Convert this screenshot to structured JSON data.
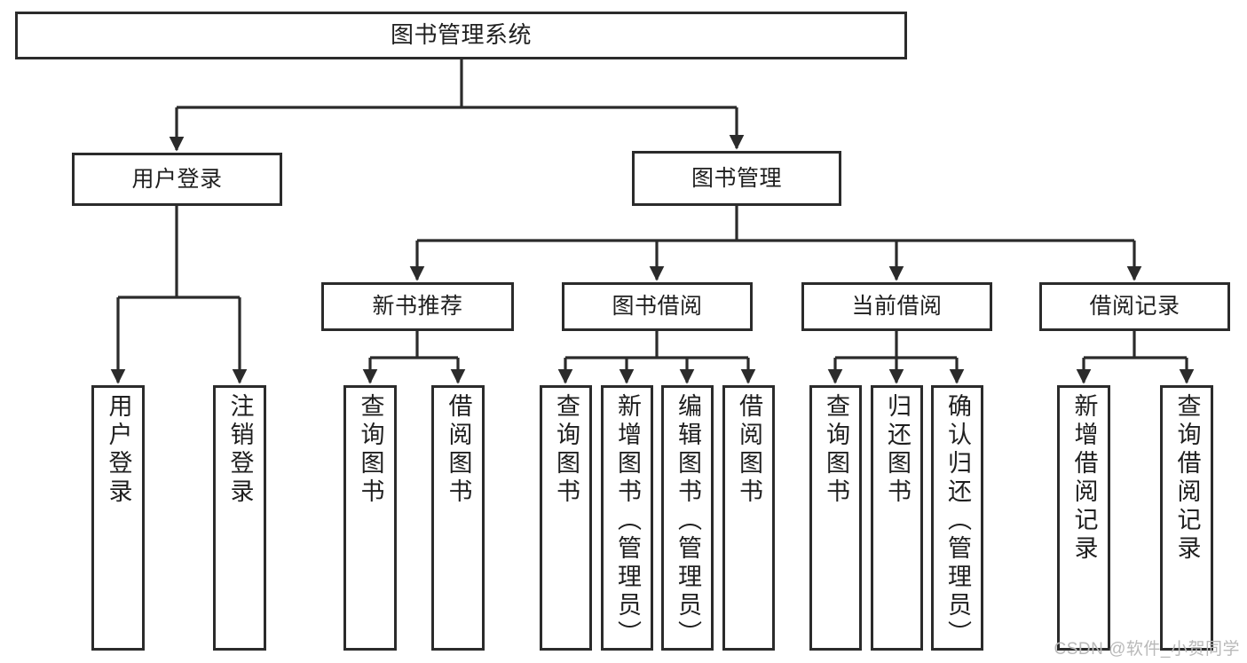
{
  "diagram": {
    "type": "tree-hierarchy-chart",
    "title_text": "图书管理系统",
    "colors": {
      "stroke": "#2b2b2b",
      "fill": "#ffffff",
      "text": "#1f1f1f",
      "watermark": "#b9b9b9"
    },
    "nodes": {
      "root": {
        "label": "图书管理系统"
      },
      "level2": [
        {
          "id": "user-login",
          "label": "用户登录"
        },
        {
          "id": "book-manage",
          "label": "图书管理"
        }
      ],
      "level3": [
        {
          "id": "new-book-rec",
          "label": "新书推荐"
        },
        {
          "id": "book-borrow",
          "label": "图书借阅"
        },
        {
          "id": "current-borrow",
          "label": "当前借阅"
        },
        {
          "id": "borrow-record",
          "label": "借阅记录"
        }
      ],
      "leaves": {
        "user_login": [
          {
            "id": "leaf-user-login",
            "label": "用户登录"
          },
          {
            "id": "leaf-logout",
            "label": "注销登录"
          }
        ],
        "new_book_rec": [
          {
            "id": "leaf-query-book-1",
            "label": "查询图书"
          },
          {
            "id": "leaf-borrow-book-1",
            "label": "借阅图书"
          }
        ],
        "book_borrow": [
          {
            "id": "leaf-query-book-2",
            "label": "查询图书"
          },
          {
            "id": "leaf-add-book",
            "label": "新增图书（管理员）"
          },
          {
            "id": "leaf-edit-book",
            "label": "编辑图书（管理员）"
          },
          {
            "id": "leaf-borrow-book-2",
            "label": "借阅图书"
          }
        ],
        "current_borrow": [
          {
            "id": "leaf-query-book-3",
            "label": "查询图书"
          },
          {
            "id": "leaf-return-book",
            "label": "归还图书"
          },
          {
            "id": "leaf-confirm-return",
            "label": "确认归还（管理员）"
          }
        ],
        "borrow_record": [
          {
            "id": "leaf-add-record",
            "label": "新增借阅记录"
          },
          {
            "id": "leaf-query-record",
            "label": "查询借阅记录"
          }
        ]
      }
    },
    "watermark": "CSDN @软件_小贺同学"
  }
}
